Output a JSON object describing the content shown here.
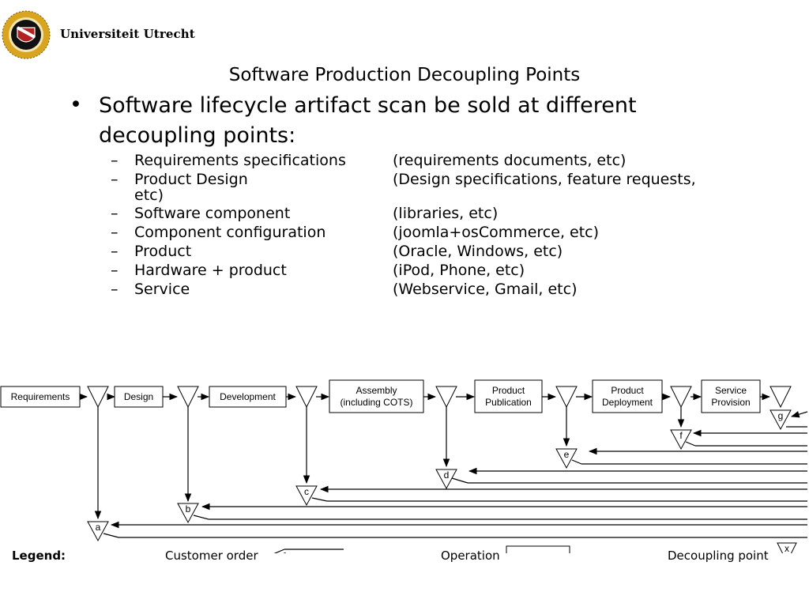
{
  "header": {
    "logo_text": "Universiteit Utrecht",
    "title": "Software Production Decoupling Points"
  },
  "bullet": {
    "marker": "•",
    "text": "Software lifecycle artifact scan be sold at different decoupling points:"
  },
  "subitems": [
    {
      "dash": "–",
      "label": "Requirements specifications",
      "example": "(requirements documents, etc)"
    },
    {
      "dash": "–",
      "label": "Product Design",
      "example": "(Design specifications, feature requests,"
    },
    {
      "dash": "–",
      "label": "Software component",
      "example": "(libraries, etc)"
    },
    {
      "dash": "–",
      "label": "Component configuration",
      "example": "(joomla+osCommerce, etc)"
    },
    {
      "dash": "–",
      "label": "Product",
      "example": "(Oracle, Windows, etc)"
    },
    {
      "dash": "–",
      "label": "Hardware + product",
      "example": "(iPod, Phone, etc)"
    },
    {
      "dash": "–",
      "label": "Service",
      "example": "(Webservice, Gmail, etc)"
    }
  ],
  "subitem_continuation": "etc)",
  "diagram": {
    "operations": [
      {
        "id": "requirements",
        "lines": [
          "Requirements"
        ]
      },
      {
        "id": "design",
        "lines": [
          "Design"
        ]
      },
      {
        "id": "development",
        "lines": [
          "Development"
        ]
      },
      {
        "id": "assembly",
        "lines": [
          "Assembly",
          "(including COTS)"
        ]
      },
      {
        "id": "product-publication",
        "lines": [
          "Product",
          "Publication"
        ]
      },
      {
        "id": "product-deployment",
        "lines": [
          "Product",
          "Deployment"
        ]
      },
      {
        "id": "service-provision",
        "lines": [
          "Service",
          "Provision"
        ]
      }
    ],
    "decoupling_points": [
      "a",
      "b",
      "c",
      "d",
      "e",
      "f",
      "g"
    ]
  },
  "legend": {
    "title": "Legend:",
    "customer_order": "Customer order",
    "operation": "Operation",
    "decoupling_point": "Decoupling point",
    "decoupling_symbol": "x"
  }
}
